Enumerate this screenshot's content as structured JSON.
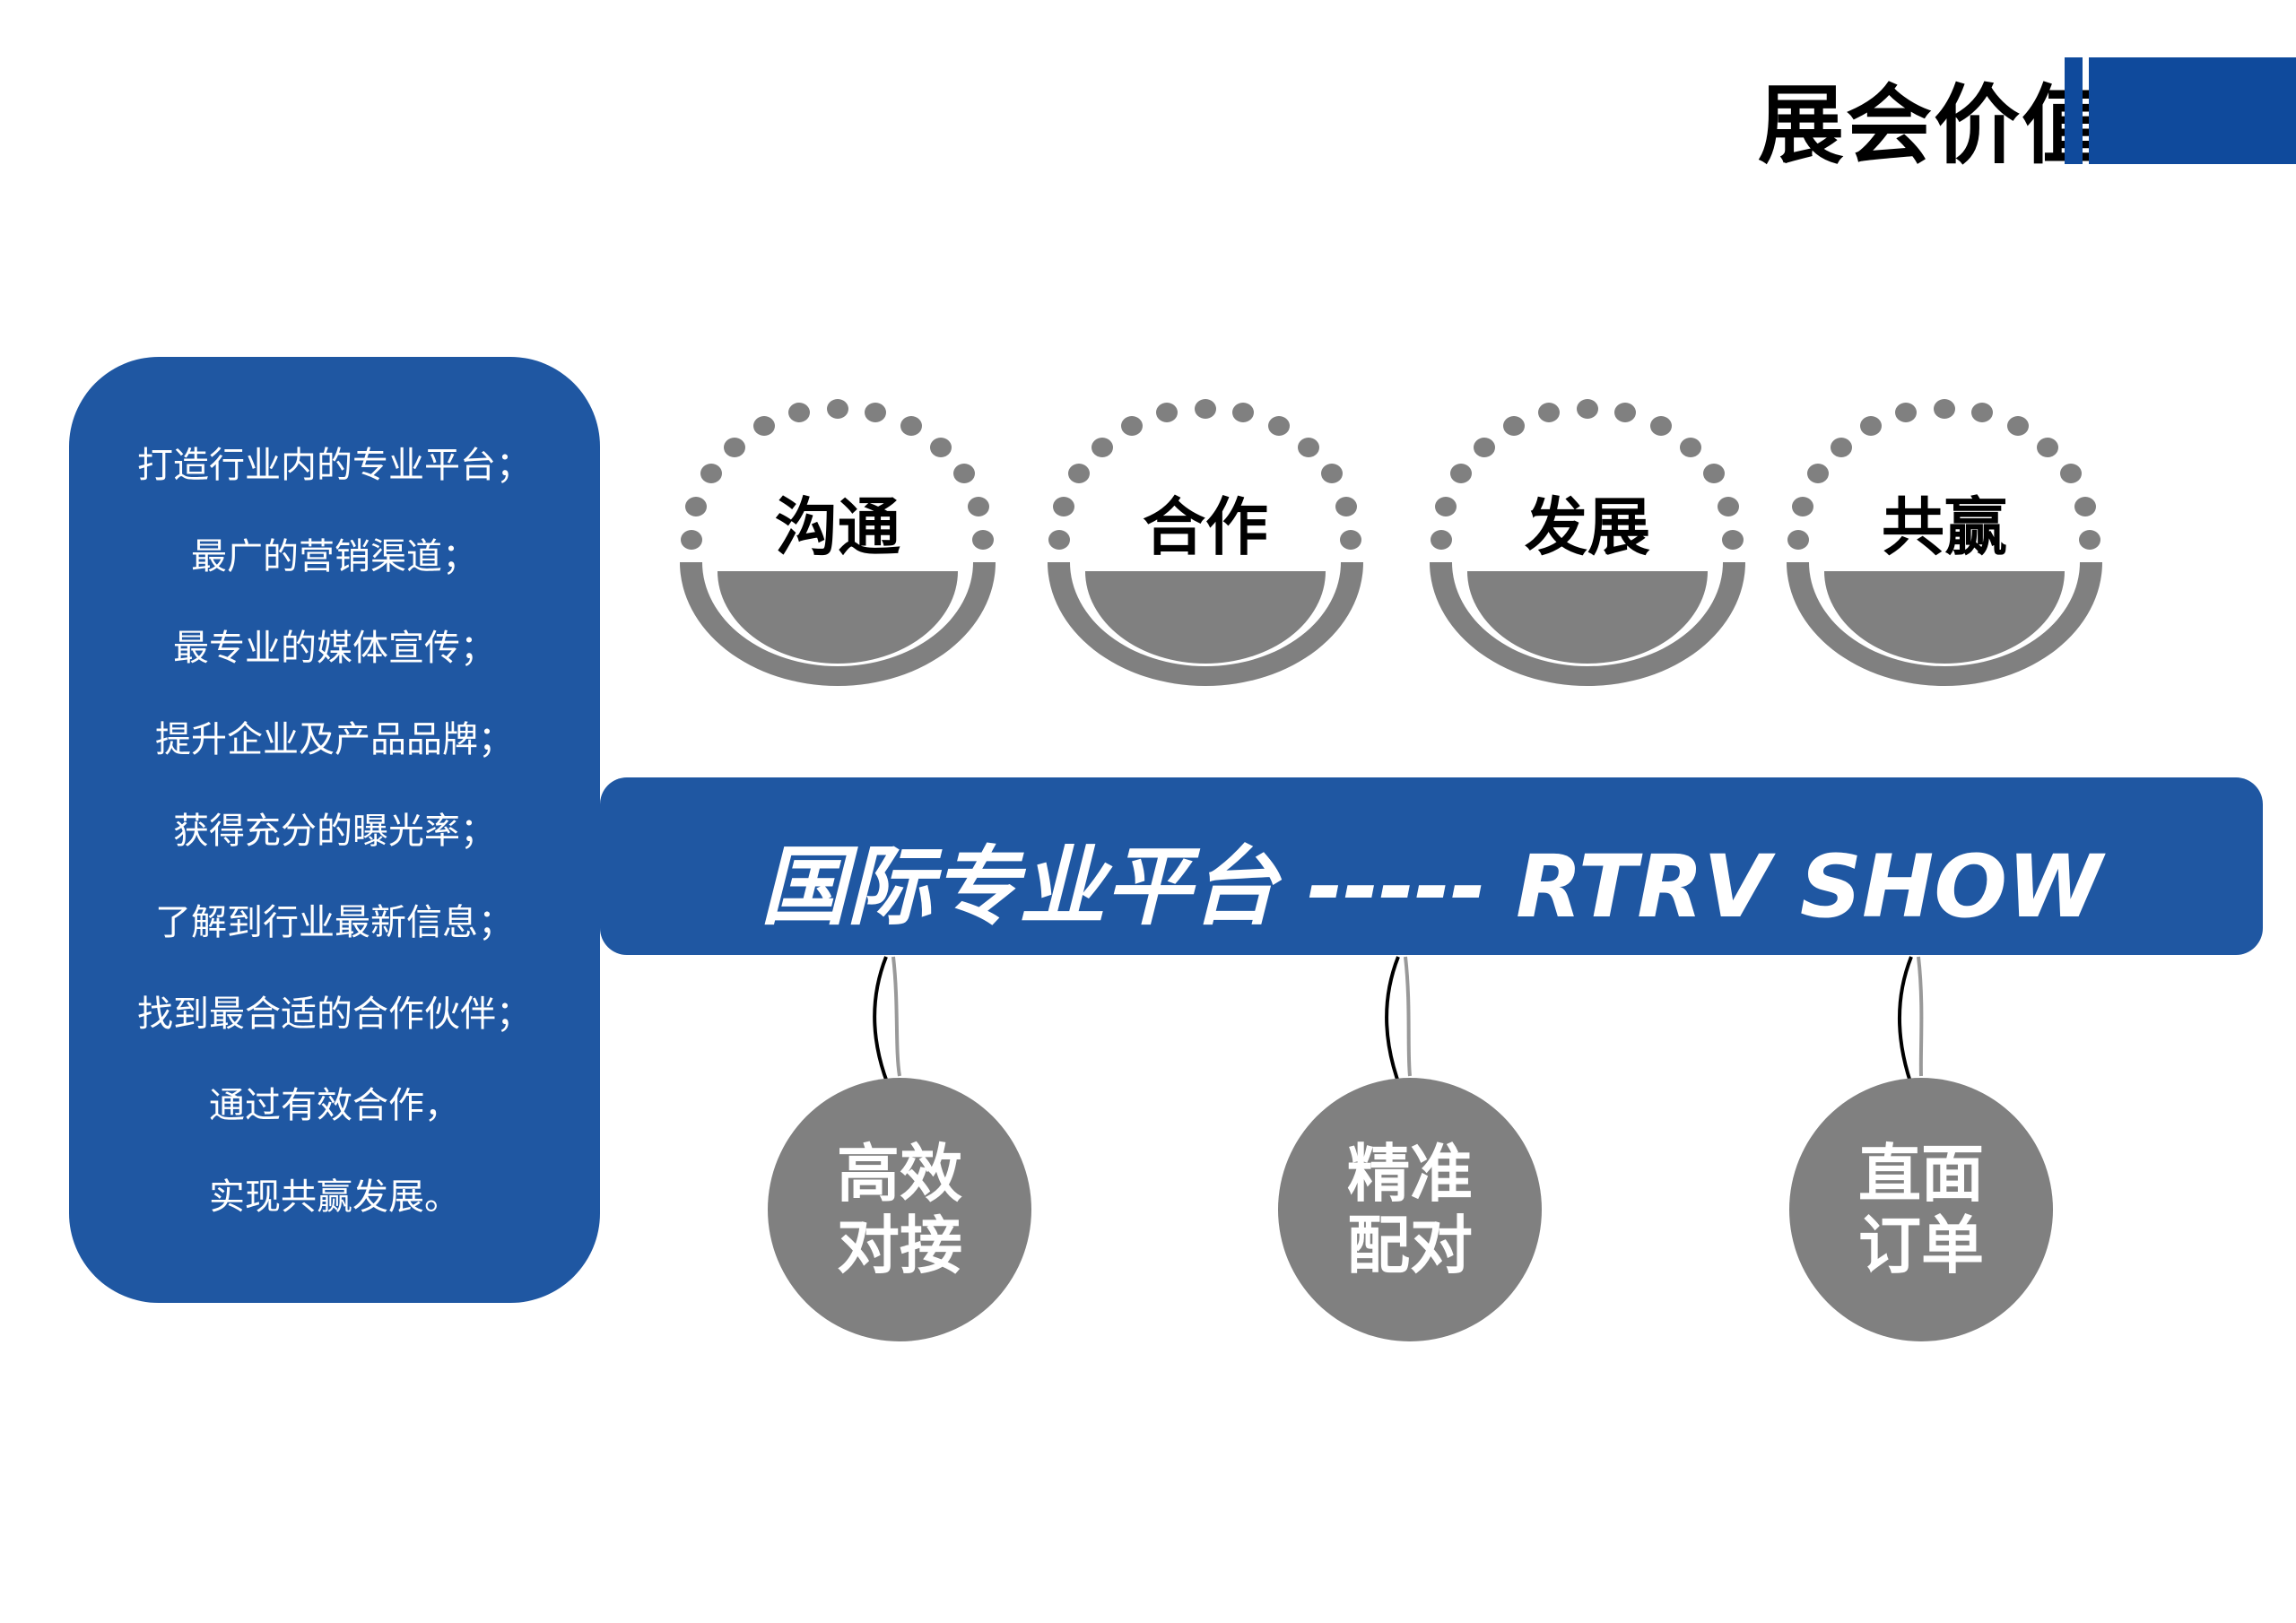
{
  "title": "展会价值",
  "colors": {
    "brand_blue": "#1f57a2",
    "title_bar": "#0f4a9c",
    "gray": "#808080"
  },
  "left_panel": {
    "lines": [
      "打造行业内的专业平台；",
      "最广的营销渠道；",
      "最专业的媒体宣传；",
      "提升企业及产品品牌；",
      "获得充分的曝光率；",
      "了解到行业最新信息；",
      "找到最合适的合作伙伴；",
      "通过有效合作，",
      "实现共赢发展。"
    ]
  },
  "values": [
    "沟通",
    "合作",
    "发展",
    "共赢"
  ],
  "banner": "国际专业平台 ----- RTRV SHOW",
  "benefits": [
    {
      "line1": "高效",
      "line2": "对接"
    },
    {
      "line1": "精准",
      "line2": "配对"
    },
    {
      "line1": "直面",
      "line2": "订单"
    }
  ]
}
